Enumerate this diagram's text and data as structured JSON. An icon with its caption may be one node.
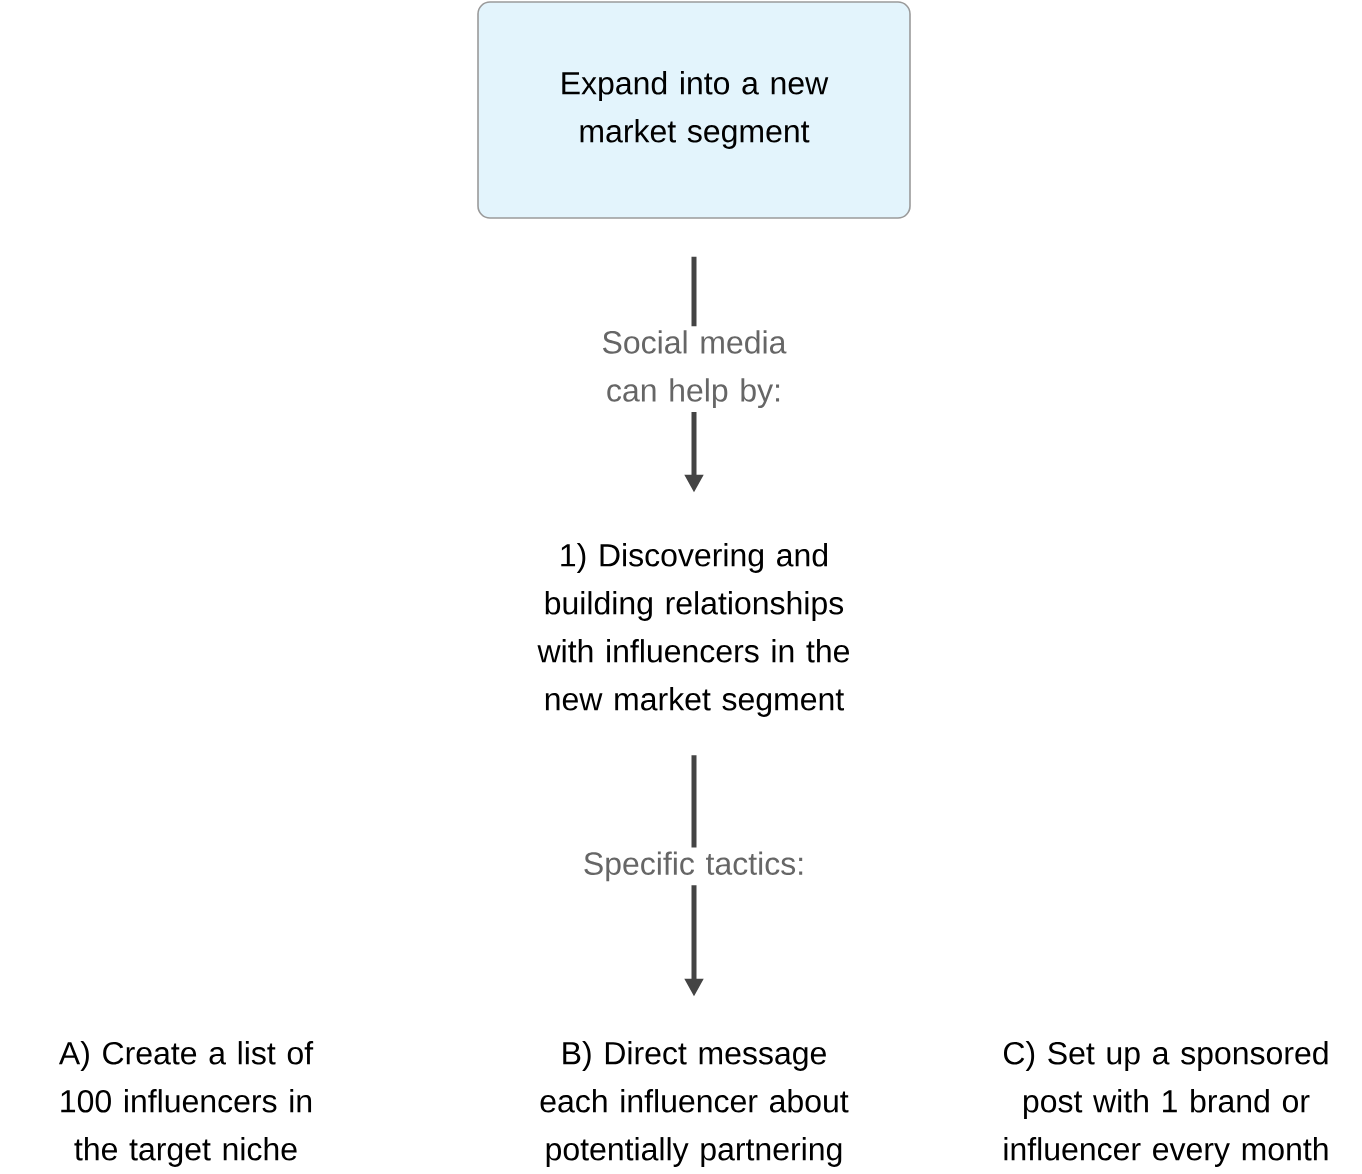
{
  "diagram": {
    "nodes": [
      {
        "text": [
          "Expand into a new market segment"
        ]
      },
      {
        "text": [
          "1) Discovering and building relationships with influencers in the new market segment"
        ]
      },
      {
        "text": [
          "A) Create a list of 100 influencers in the target niche"
        ]
      },
      {
        "text": [
          "B) Direct message each influencer about potentially partnering"
        ]
      },
      {
        "text": [
          "C) Set up a sponsored post with 1 brand or influencer every month"
        ]
      }
    ],
    "edges": [
      {
        "from": 0,
        "to": 1,
        "arrow": "to",
        "label": "Social media can help by:"
      },
      {
        "from": 1,
        "to": 3,
        "arrow": "to",
        "label": "Specific tactics:"
      }
    ]
  }
}
